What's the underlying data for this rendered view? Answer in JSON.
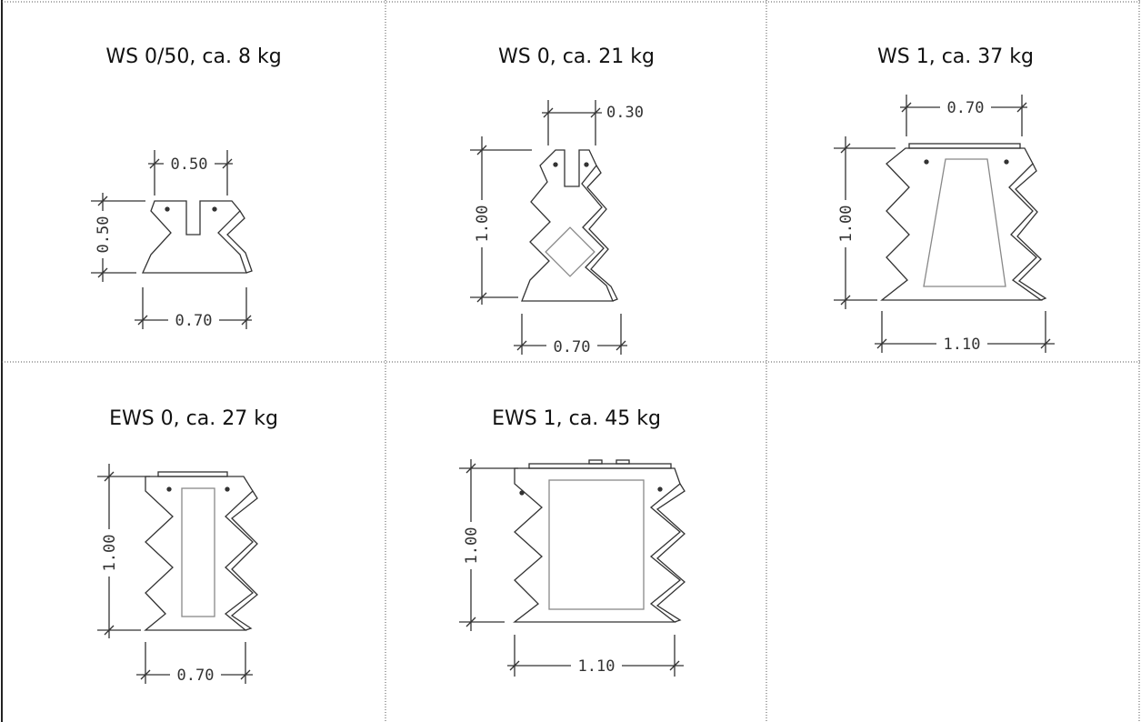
{
  "table": {
    "cells": [
      {
        "title": "WS 0/50, ca. 8 kg",
        "dims": {
          "top": "0.50",
          "height": "0.50",
          "bottom": "0.70"
        }
      },
      {
        "title": "WS 0, ca. 21 kg",
        "dims": {
          "top": "0.30",
          "height": "1.00",
          "bottom": "0.70"
        }
      },
      {
        "title": "WS 1, ca. 37 kg",
        "dims": {
          "top": "0.70",
          "height": "1.00",
          "bottom": "1.10"
        }
      },
      {
        "title": "EWS 0, ca. 27 kg",
        "dims": {
          "height": "1.00",
          "bottom": "0.70"
        }
      },
      {
        "title": "EWS 1, ca. 45 kg",
        "dims": {
          "height": "1.00",
          "bottom": "1.10"
        }
      }
    ]
  }
}
